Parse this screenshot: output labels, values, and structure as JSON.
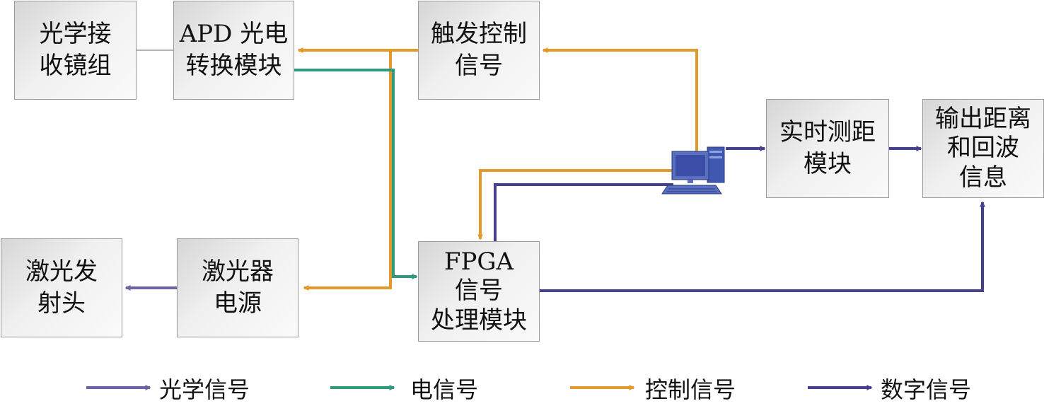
{
  "blocks": {
    "optical_receiver": [
      "光学接",
      "收镜组"
    ],
    "apd_module": [
      "APD 光电",
      "转换模块"
    ],
    "trigger_signal": [
      "触发控制",
      "信号"
    ],
    "realtime_ranging": [
      "实时测距",
      "模块"
    ],
    "output_info": [
      "输出距离",
      "和回波",
      "信息"
    ],
    "laser_head": [
      "激光发",
      "射头"
    ],
    "laser_power": [
      "激光器",
      "电源"
    ],
    "fpga_module": [
      "FPGA",
      "信号",
      "处理模块"
    ]
  },
  "computer_icon": "computer-icon",
  "legend": [
    {
      "label": "光学信号",
      "color": "#6f63a8"
    },
    {
      "label": "电信号",
      "color": "#2e9a7e"
    },
    {
      "label": "控制信号",
      "color": "#e39a2a"
    },
    {
      "label": "数字信号",
      "color": "#463f8e"
    }
  ],
  "colors": {
    "optical": "#6f63a8",
    "electrical": "#2e9a7e",
    "control": "#e39a2a",
    "digital": "#463f8e"
  }
}
